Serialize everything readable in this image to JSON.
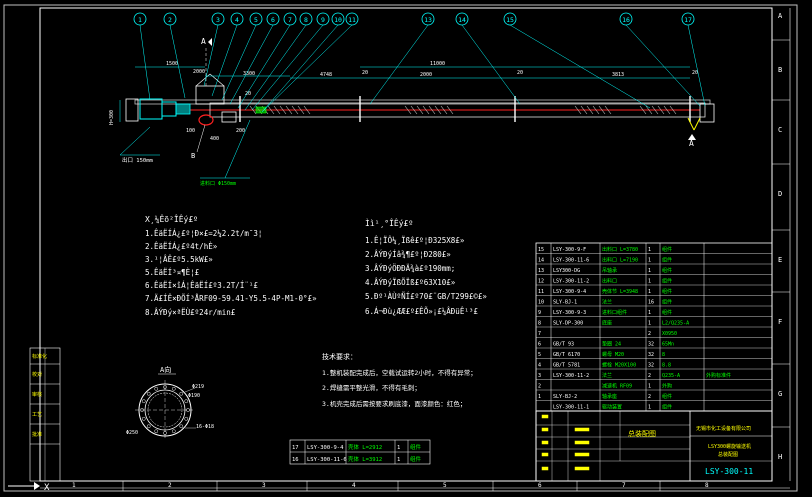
{
  "balloons": [
    "1",
    "2",
    "3",
    "4",
    "5",
    "6",
    "7",
    "8",
    "9",
    "10",
    "11",
    "12",
    "13",
    "14",
    "15",
    "16",
    "17"
  ],
  "border_letters_right": [
    "A",
    "B",
    "C",
    "D",
    "E",
    "F",
    "G",
    "H"
  ],
  "border_numbers_bottom": [
    "1",
    "2",
    "3",
    "4",
    "5",
    "6",
    "7",
    "8"
  ],
  "dims": {
    "d1": "1500",
    "d2": "3300",
    "d3": "2000",
    "d4": "11000",
    "d5": "3813",
    "d6": "2000",
    "d7": "4748",
    "d8": "400",
    "d9": "100",
    "d10": "200",
    "d11": "20",
    "d12": "20",
    "d13": "20",
    "d14": "20",
    "left_v": "H=300"
  },
  "annot": {
    "section_a_top": "A",
    "section_a_bottom": "A",
    "b_mark": "B",
    "callout1": "出口 150mm",
    "callout2": "进料口 Φ150mm"
  },
  "specs_left": {
    "title": "X¸¼Êõ²ÎÊý£º",
    "lines": [
      "1.ÊäËÍÁ¿£º¦Ð×£=2¼2.2t/m¯3¦",
      "2.ÊäËÍÁ¿£º4t/hÈ»",
      "3.¹¦ÂÊ£º5.5kW£»",
      "5.ÊäËÍ³¤¶È¦£",
      "6.ÊäËÍ×îÁ¦ÊäËÍ£º3.2T/Í¨¹£",
      "7.Ä£ÍÊ×ÐÕÍ³ÅRF09-59.41-Y5.5-4P-M1-0°£»",
      "8.ÂÝÐý×ªËÙ£º24r/min£"
    ]
  },
  "specs_right": {
    "title": "Ìì¹¸°ÎÊý£º",
    "lines": [
      "1.Ê¦ÏÔ¼¸Ïßê£º¦Ð325X8£»",
      "2.ÂÝÐýÍâ¾¶£º¦Ð280£»",
      "3.ÂÝÐýÖÐÐÄ¾à£º190mm;",
      "4.ÂÝÐýÏßÕÏß£º63X10£»",
      "5.Ðº¹ÀÙºÑÍ£º70£¨GB/T299£©£»",
      "6.Á¬Ðù¿ÆÆ£º£ÊÕ»¡£¼ÂÐüÊ¹³£"
    ]
  },
  "tech_req": {
    "title": "技术要求：",
    "lines": [
      "1.整机装配完成后，空载试运转2小时，不得有异常；",
      "2.焊缝需平整光滑，不得有毛刺；",
      "3.机壳完成后需按要求刷底漆，面漆颜色：红色；"
    ]
  },
  "section_label": "A向",
  "section_dims": {
    "r1": "Φ219",
    "r2": "Φ190",
    "r3": "16-Φ18"
  },
  "bom_rows": [
    [
      "15",
      "LSY-300-9-F",
      "出料口 L=3780",
      "1",
      "组件",
      ""
    ],
    [
      "14",
      "LSY-300-11-6",
      "出料口 L=7190",
      "1",
      "组件",
      ""
    ],
    [
      "13",
      "LSY300-DG",
      "吊轴承",
      "1",
      "组件",
      ""
    ],
    [
      "12",
      "LSY-300-11-2",
      "出料口",
      "1",
      "组件",
      ""
    ],
    [
      "11",
      "LSY-300-9-4",
      "壳体节 L=3948",
      "1",
      "组件",
      ""
    ],
    [
      "10",
      "SLY-BJ-1",
      "法兰",
      "16",
      "组件",
      ""
    ],
    [
      "9",
      "LSY-300-9-3",
      "进料口组件",
      "1",
      "组件",
      ""
    ],
    [
      "8",
      "SLY-DP-300",
      "底座",
      "1",
      "L2/Q235-A",
      ""
    ],
    [
      "7",
      "",
      "",
      "2",
      "X0950",
      ""
    ],
    [
      "6",
      "GB/T 93",
      "垫圈 24",
      "32",
      "65Mn",
      ""
    ],
    [
      "5",
      "GB/T 6170",
      "螺母 M20",
      "32",
      "8",
      ""
    ],
    [
      "4",
      "GB/T 5781",
      "螺栓 M20X100",
      "32",
      "8.8",
      ""
    ],
    [
      "3",
      "LSY-300-11-2",
      "法兰",
      "2",
      "Q235-A",
      "外购标准件"
    ],
    [
      "2",
      "",
      "减速机 RF09",
      "1",
      "外购",
      ""
    ],
    [
      "1",
      "SLY-BJ-2",
      "轴承座",
      "2",
      "组件",
      ""
    ],
    [
      "",
      "LSY-300-11-1",
      "驱动装置",
      "1",
      "组件",
      ""
    ]
  ],
  "mid_rows": [
    [
      "17",
      "LSY-300-9-4",
      "壳体 L=2912",
      "1",
      "组件"
    ],
    [
      "16",
      "LSY-300-11-6",
      "壳体 L=3912",
      "1",
      "组件"
    ]
  ],
  "left_strip": [
    "标准化",
    "校对",
    "审核",
    "工艺",
    "批准"
  ],
  "title_block": {
    "label": "总装配图",
    "company": "无锡市化工设备有限公司",
    "name": "LSY300螺旋输送机",
    "sub": "总装配图",
    "drawing_no": "LSY-300-11"
  },
  "colors": {
    "bg": "#000000",
    "cyan": "#00ffff",
    "green": "#00ff00",
    "red": "#ff2020",
    "yellow": "#ffff00",
    "white": "#ffffff",
    "grey": "#909090"
  }
}
